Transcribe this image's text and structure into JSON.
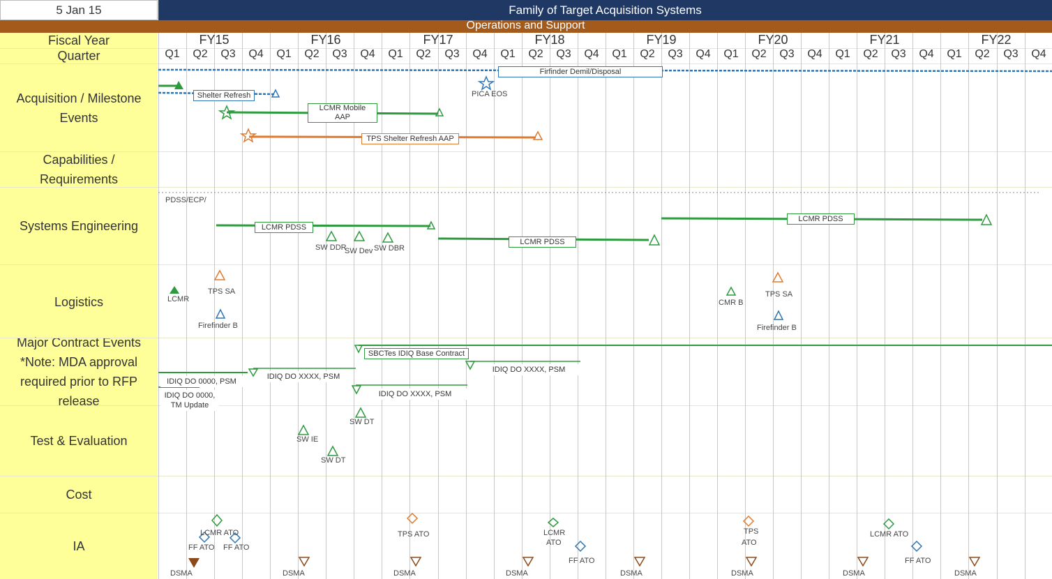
{
  "header": {
    "date": "5 Jan 15",
    "title": "Family of Target Acquisition Systems",
    "phase": "Operations and Support"
  },
  "rows": {
    "fiscal_year": "Fiscal Year",
    "quarter": "Quarter",
    "acquisition": [
      "Acquisition / Milestone",
      "Events"
    ],
    "capabilities": [
      "Capabilities /",
      "Requirements"
    ],
    "systems_engineering": "Systems Engineering",
    "logistics": "Logistics",
    "contract": [
      "Major Contract Events",
      "*Note:  MDA approval",
      "required prior to RFP",
      "release"
    ],
    "test": "Test & Evaluation",
    "cost": "Cost",
    "ia": "IA"
  },
  "fiscal_years": [
    "FY15",
    "FY16",
    "FY17",
    "FY18",
    "FY19",
    "FY20",
    "FY21",
    "FY22"
  ],
  "quarters": [
    "Q1",
    "Q2",
    "Q3",
    "Q4"
  ],
  "labels": {
    "firefinder_demil": "Firfinder Demil/Disposal",
    "shelter_refresh": "Shelter Refresh",
    "pica_eos": "PICA EOS",
    "lcmr_mobile": "LCMR Mobile",
    "aap": "AAP",
    "tps_shelter": "TPS Shelter Refresh AAP",
    "pdss": "PDSS/ECP/",
    "lcmr_pdss_1": "LCMR PDSS",
    "lcmr_pdss_2": "LCMR PDSS",
    "lcmr_pdss_3": "LCMR PDSS",
    "sw_ddr": "SW DDR",
    "sw_dev": "SW Dev",
    "sw_dbr": "SW DBR",
    "lcmr": "LCMR",
    "tps_sa_1": "TPS SA",
    "firefinder_b": "Firefinder B",
    "cmr_b": "CMR B",
    "tps_sa_2": "TPS SA",
    "firefinder_b2": "Firefinder B",
    "sbcte": "SBCTes IDIQ Base Contract",
    "idiq_1": "IDIQ DO 0000, PSM",
    "idiq_2": "IDIQ DO XXXX, PSM",
    "idiq_3": "IDIQ DO XXXX, PSM",
    "idiq_4": "IDIQ DO XXXX, PSM",
    "idiq_5": "IDIQ DO 0000,",
    "tm_update": "TM Update",
    "sw_dt": "SW DT",
    "sw_ie": "SW IE",
    "sw_dt2": "SW DT",
    "lcmr_ato": "LCMR ATO",
    "ff_ato": "FF ATO",
    "ff_ato2": "FF ATO",
    "tps_ato": "TPS ATO",
    "lcmr_ato2": "LCMR",
    "ato": "ATO",
    "ff_ato3": "FF ATO",
    "tps_ato2": "TPS",
    "ato2": "ATO",
    "lcmr_ato3": "LCMR ATO",
    "ff_ato4": "FF ATO",
    "dsma": "DSMA"
  },
  "colors": {
    "title": "#1f3864",
    "phase": "#a35a1a",
    "label_col": "#ffff99",
    "green": "#2e9a3e",
    "blue": "#2e75b6",
    "orange": "#e07a2e",
    "brown": "#8b4a1a"
  }
}
